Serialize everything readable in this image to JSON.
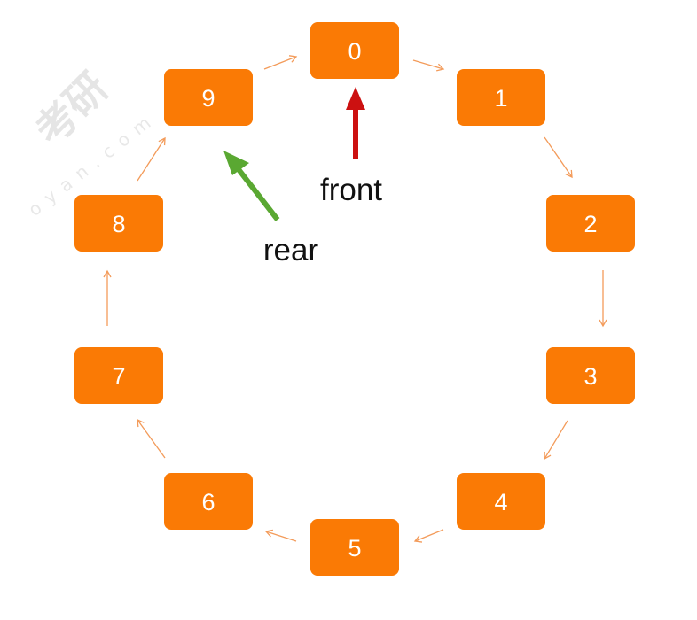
{
  "diagram": {
    "type": "circular-queue",
    "cells": [
      "0",
      "1",
      "2",
      "3",
      "4",
      "5",
      "6",
      "7",
      "8",
      "9"
    ],
    "pointers": {
      "front": {
        "label": "front",
        "target_index": 0,
        "color": "#cc1111"
      },
      "rear": {
        "label": "rear",
        "target_index": 9,
        "color": "#5aa832"
      }
    },
    "colors": {
      "cell_fill": "#fa7a05",
      "cell_text": "#ffffff",
      "link_arrow": "#f39b5a"
    }
  },
  "watermark": {
    "brand": "考研",
    "site": "oyan.com",
    "color": "#e3e3e3"
  }
}
